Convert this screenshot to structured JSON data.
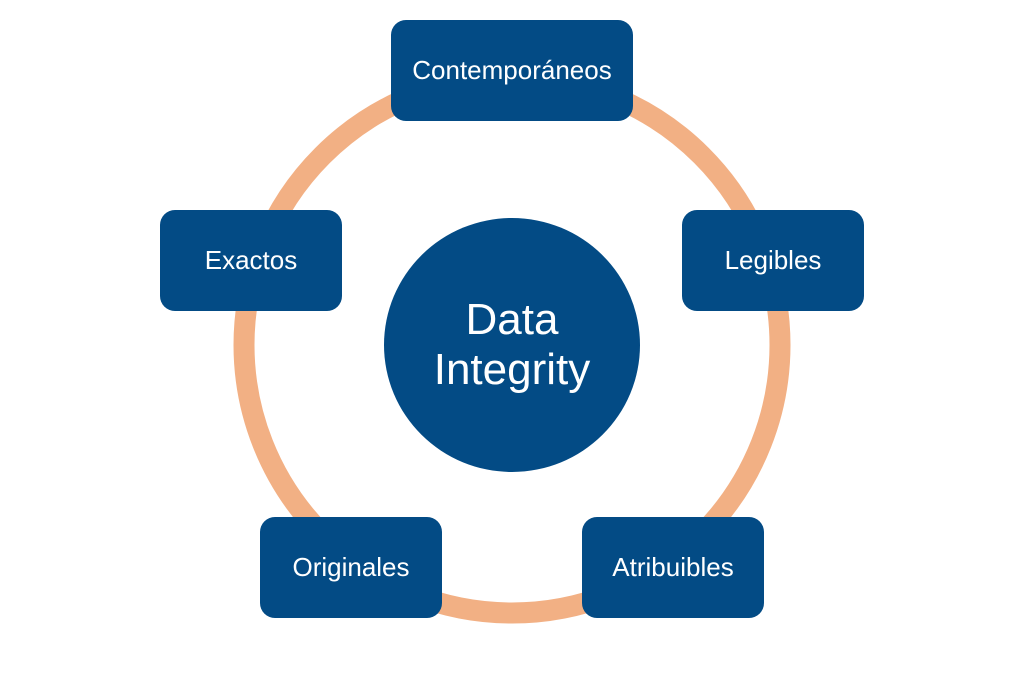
{
  "center": {
    "line1": "Data",
    "line2": "Integrity"
  },
  "nodes": {
    "top": "Contemporáneos",
    "right": "Legibles",
    "bottom_right": "Atribuibles",
    "bottom_left": "Originales",
    "left": "Exactos"
  },
  "colors": {
    "box": "#034b85",
    "ring": "#f2b084",
    "text": "#ffffff"
  }
}
